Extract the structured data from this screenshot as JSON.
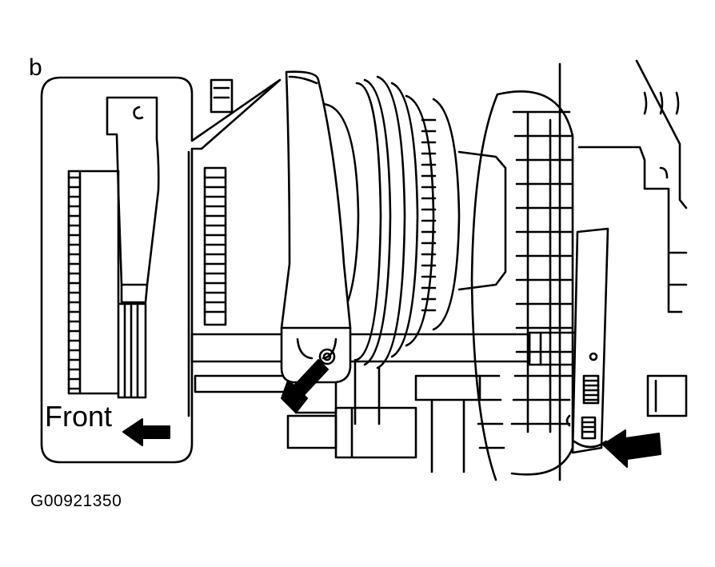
{
  "labels": {
    "detail_letter": "b",
    "front": "Front",
    "figure_code": "G00921350"
  },
  "colors": {
    "line": "#000000",
    "background": "#ffffff"
  }
}
